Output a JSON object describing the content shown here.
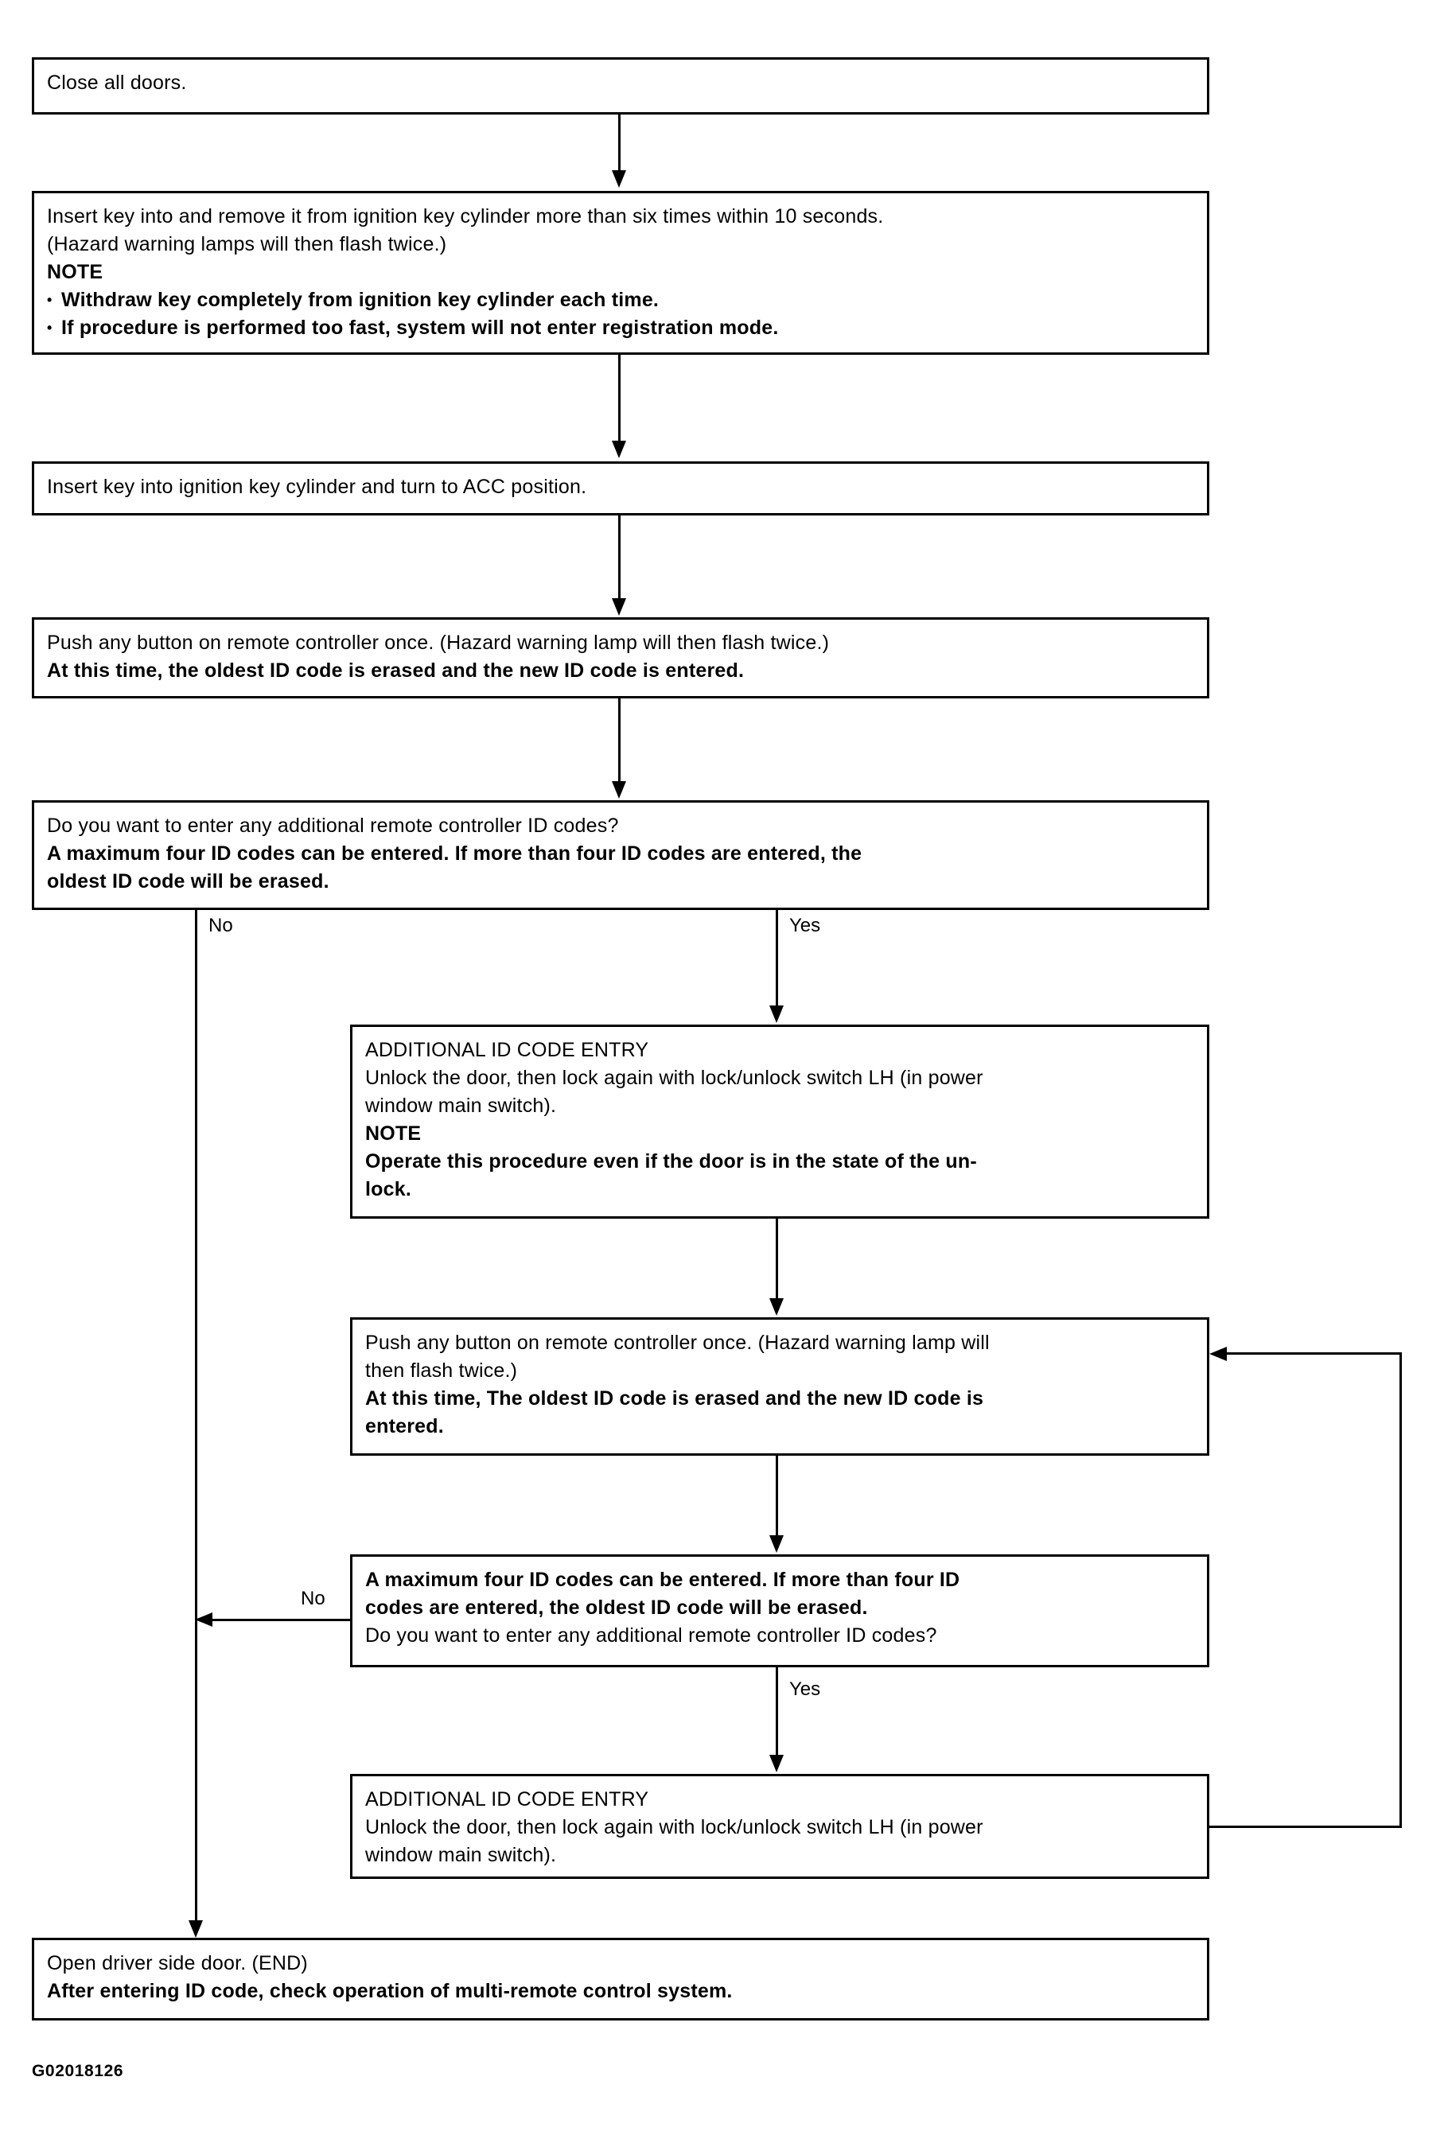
{
  "figure": {
    "id": "G02018126",
    "title": "Multi-remote control system ID code entry procedure flowchart"
  },
  "boxes": {
    "close_doors": {
      "lines": [
        {
          "text": "Close all doors.",
          "bold": false,
          "bullet": false
        }
      ]
    },
    "insert_remove_key": {
      "lines": [
        {
          "text": "Insert key into and remove it from ignition key cylinder more than six times within 10 seconds.",
          "bold": false,
          "bullet": false
        },
        {
          "text": "(Hazard warning lamps will then flash twice.)",
          "bold": false,
          "bullet": false
        },
        {
          "text": "NOTE",
          "bold": true,
          "bullet": false
        },
        {
          "text": "Withdraw key completely from ignition key cylinder each time.",
          "bold": true,
          "bullet": true
        },
        {
          "text": "If procedure is performed too fast, system will not enter registration mode.",
          "bold": true,
          "bullet": true
        }
      ]
    },
    "turn_acc": {
      "lines": [
        {
          "text": "Insert key into ignition key cylinder and turn to ACC position.",
          "bold": false,
          "bullet": false
        }
      ]
    },
    "push_button_1": {
      "lines": [
        {
          "text": "Push any button on remote controller once. (Hazard warning lamp will then flash twice.)",
          "bold": false,
          "bullet": false
        },
        {
          "text": "At this time, the oldest ID code is erased and the new ID code is entered.",
          "bold": true,
          "bullet": false
        }
      ]
    },
    "decision_additional_1": {
      "lines": [
        {
          "text": "Do you want to enter any additional remote controller ID codes?",
          "bold": false,
          "bullet": false
        },
        {
          "text": "A maximum four ID codes can be entered. If more than four ID codes are entered, the",
          "bold": true,
          "bullet": false
        },
        {
          "text": "oldest ID code will be erased.",
          "bold": true,
          "bullet": false
        }
      ]
    },
    "additional_entry_1": {
      "lines": [
        {
          "text": "ADDITIONAL ID CODE ENTRY",
          "bold": false,
          "bullet": false
        },
        {
          "text": "Unlock the door, then lock again with lock/unlock switch LH (in power",
          "bold": false,
          "bullet": false
        },
        {
          "text": "window main switch).",
          "bold": false,
          "bullet": false
        },
        {
          "text": "NOTE",
          "bold": true,
          "bullet": false
        },
        {
          "text": "Operate this procedure even if the door is in the state of the un-",
          "bold": true,
          "bullet": false
        },
        {
          "text": "lock.",
          "bold": true,
          "bullet": false
        }
      ]
    },
    "push_button_2": {
      "lines": [
        {
          "text": "Push any button on remote controller once. (Hazard warning lamp will",
          "bold": false,
          "bullet": false
        },
        {
          "text": "then flash twice.)",
          "bold": false,
          "bullet": false
        },
        {
          "text": "At this time, The oldest ID code is erased and the new ID code is",
          "bold": true,
          "bullet": false
        },
        {
          "text": "entered.",
          "bold": true,
          "bullet": false
        }
      ]
    },
    "decision_additional_2": {
      "lines": [
        {
          "text": "A maximum four ID codes can be entered. If more than four ID",
          "bold": true,
          "bullet": false
        },
        {
          "text": "codes are entered, the oldest ID code will be erased.",
          "bold": true,
          "bullet": false
        },
        {
          "text": "Do you want to enter any additional remote controller ID codes?",
          "bold": false,
          "bullet": false
        }
      ]
    },
    "additional_entry_2": {
      "lines": [
        {
          "text": "ADDITIONAL ID CODE ENTRY",
          "bold": false,
          "bullet": false
        },
        {
          "text": "Unlock the door, then lock again with lock/unlock switch LH (in power",
          "bold": false,
          "bullet": false
        },
        {
          "text": "window main switch).",
          "bold": false,
          "bullet": false
        }
      ]
    },
    "end_box": {
      "lines": [
        {
          "text": "Open driver side door. (END)",
          "bold": false,
          "bullet": false
        },
        {
          "text": "After entering ID code, check operation of multi-remote control system.",
          "bold": true,
          "bullet": false
        }
      ]
    }
  },
  "branch_labels": {
    "no_1": "No",
    "yes_1": "Yes",
    "no_2": "No",
    "yes_2": "Yes"
  }
}
